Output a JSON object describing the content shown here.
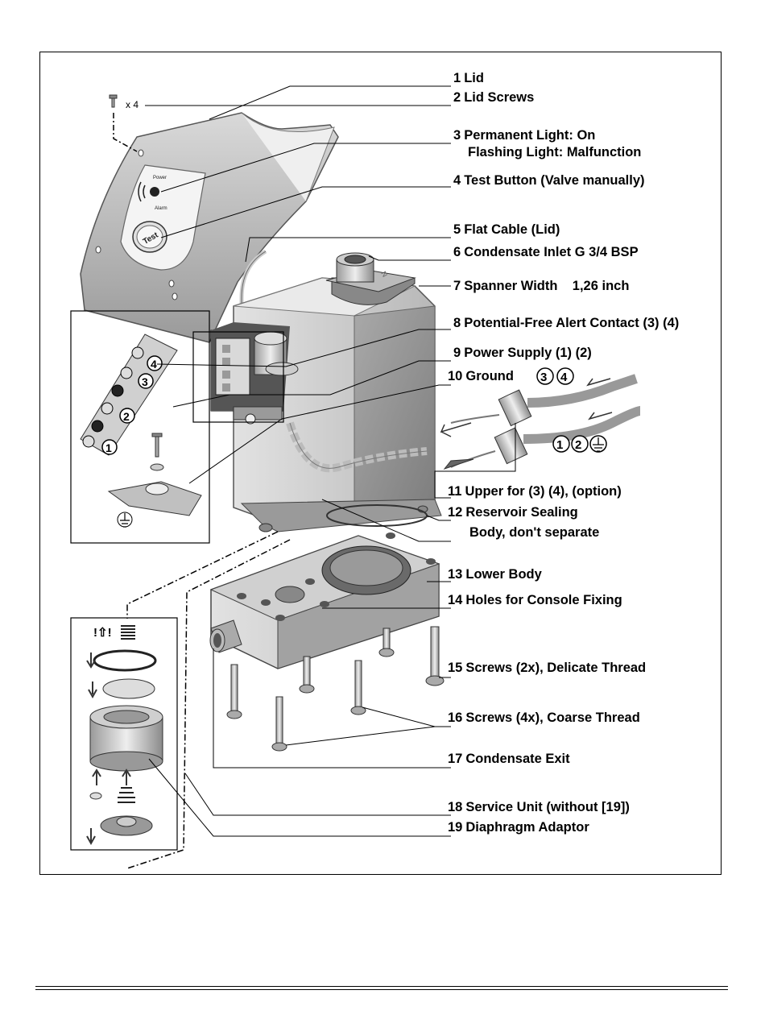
{
  "screw_count": "x 4",
  "wire_groups": {
    "alarm": [
      "3",
      "4"
    ],
    "power": [
      "1",
      "2",
      "⏚"
    ]
  },
  "terminal_numbers": [
    "4",
    "3",
    "2",
    "1"
  ],
  "lid_panel": {
    "indicator_top": "Power",
    "indicator_bottom": "Alarm",
    "button": "Test"
  },
  "labels": [
    {
      "num": "1",
      "text": "Lid"
    },
    {
      "num": "2",
      "text": "Lid Screws"
    },
    {
      "num": "3",
      "text": "Permanent Light:  On"
    },
    {
      "num": "",
      "text": "Flashing Light:  Malfunction"
    },
    {
      "num": "4",
      "text": "Test Button (Valve manually)"
    },
    {
      "num": "5",
      "text": "Flat Cable (Lid)"
    },
    {
      "num": "6",
      "text": "Condensate Inlet G 3/4 BSP"
    },
    {
      "num": "7",
      "text": "Spanner Width    1,26 inch"
    },
    {
      "num": "8",
      "text": "Potential-Free Alert Contact (3) (4)"
    },
    {
      "num": "9",
      "text": "Power Supply (1) (2)"
    },
    {
      "num": "10",
      "text": "Ground"
    },
    {
      "num": "11",
      "text": "Upper for (3) (4), (option)"
    },
    {
      "num": "12",
      "text": "Reservoir Sealing"
    },
    {
      "num": "",
      "text": "Body, don't separate"
    },
    {
      "num": "13",
      "text": "Lower Body"
    },
    {
      "num": "14",
      "text": "Holes for Console Fixing"
    },
    {
      "num": "15",
      "text": "Screws (2x), Delicate Thread"
    },
    {
      "num": "16",
      "text": "Screws (4x), Coarse Thread"
    },
    {
      "num": "17",
      "text": "Condensate Exit"
    },
    {
      "num": "18",
      "text": "Service Unit (without [19])"
    },
    {
      "num": "19",
      "text": "Diaphragm Adaptor"
    }
  ],
  "colors": {
    "body": "#c8c8c8",
    "body_dark": "#8c8c8c",
    "body_light": "#e6e6e6",
    "line": "#000000"
  }
}
